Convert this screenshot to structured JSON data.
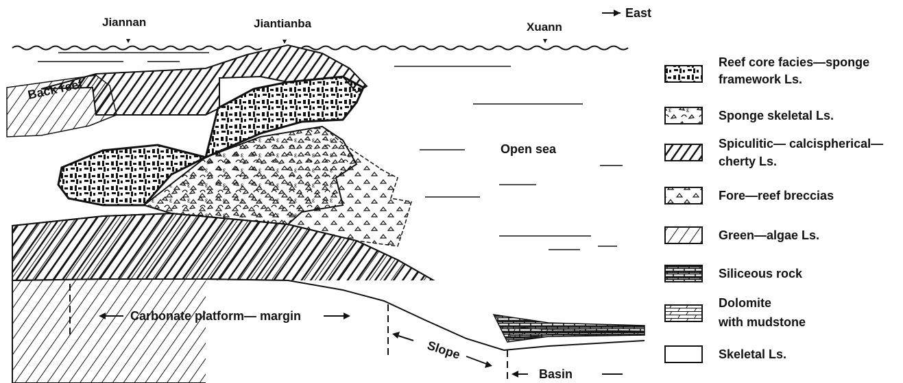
{
  "direction": {
    "label": "East"
  },
  "locations": [
    {
      "id": "jiannan",
      "name": "Jiannan"
    },
    {
      "id": "jiantianba",
      "name": "Jiantianba"
    },
    {
      "id": "xuann",
      "name": "Xuann"
    }
  ],
  "labels": {
    "back_reef": "Back reef",
    "open_sea": "Open sea",
    "platform_margin": "Carbonate platform— margin",
    "slope": "Slope",
    "basin": "Basin"
  },
  "legend": [
    {
      "lines": [
        "Reef core facies—sponge",
        "framework Ls."
      ],
      "pattern": "reef-core"
    },
    {
      "lines": [
        "Sponge skeletal Ls."
      ],
      "pattern": "sponge-skeletal"
    },
    {
      "lines": [
        "Spiculitic— calcispherical—",
        "cherty Ls."
      ],
      "pattern": "spiculitic"
    },
    {
      "lines": [
        "Fore—reef breccias"
      ],
      "pattern": "fore-reef"
    },
    {
      "lines": [
        "Green—algae Ls."
      ],
      "pattern": "green-algae"
    },
    {
      "lines": [
        "Siliceous rock"
      ],
      "pattern": "siliceous"
    },
    {
      "lines": [
        "Dolomite",
        "with mudstone"
      ],
      "pattern": "dolomite"
    },
    {
      "lines": [
        "Skeletal Ls."
      ],
      "pattern": "skeletal"
    }
  ]
}
